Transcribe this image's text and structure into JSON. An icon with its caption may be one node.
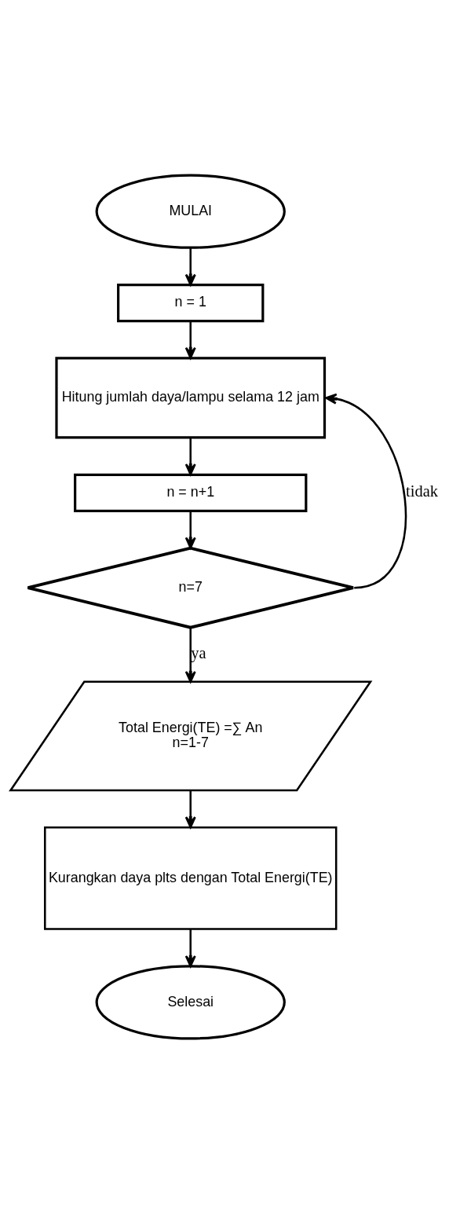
{
  "diagram": {
    "nodes": [
      {
        "text": [
          "MULAI"
        ]
      },
      {
        "text": [
          "n = 1"
        ]
      },
      {
        "text": [
          "Hitung jumlah daya/lampu selama 12 jam"
        ]
      },
      {
        "text": [
          "n = n+1"
        ]
      },
      {
        "text": [
          "n=7"
        ]
      },
      {
        "text": [
          "Total Energi(TE) =∑ An",
          "n=1-7"
        ]
      },
      {
        "text": [
          "Kurangkan daya plts dengan Total Energi(TE)"
        ]
      },
      {
        "text": [
          "Selesai"
        ]
      }
    ],
    "edges": [
      {
        "from": 0,
        "to": 1,
        "arrow": "to"
      },
      {
        "from": 1,
        "to": 2,
        "arrow": "to"
      },
      {
        "from": 2,
        "to": 3,
        "arrow": "to"
      },
      {
        "from": 3,
        "to": 4,
        "arrow": "to"
      },
      {
        "from": 4,
        "to": 2,
        "arrow": "to",
        "label": "tidak"
      },
      {
        "from": 4,
        "to": 5,
        "arrow": "to",
        "label": "ya"
      },
      {
        "from": 5,
        "to": 6,
        "arrow": "to"
      },
      {
        "from": 6,
        "to": 7,
        "arrow": "to"
      }
    ]
  }
}
